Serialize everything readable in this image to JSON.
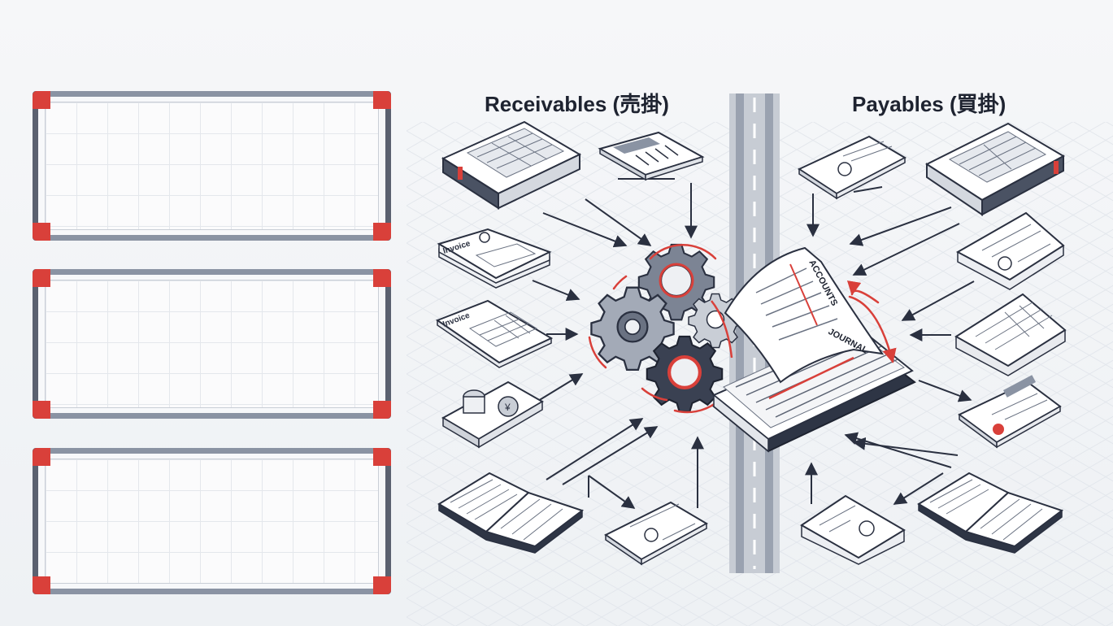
{
  "headings": {
    "receivables": "Receivables (売掛)",
    "payables": "Payables (買掛)"
  },
  "center_book": {
    "label_accounts": "ACCOUNTS",
    "label_journal": "JOURNAL"
  },
  "doc_labels": {
    "invoice_1": "Invoice",
    "invoice_2": "Invoice"
  },
  "colors": {
    "accent": "#d9403a",
    "ink": "#1e2330",
    "frame": "#5b6170"
  }
}
